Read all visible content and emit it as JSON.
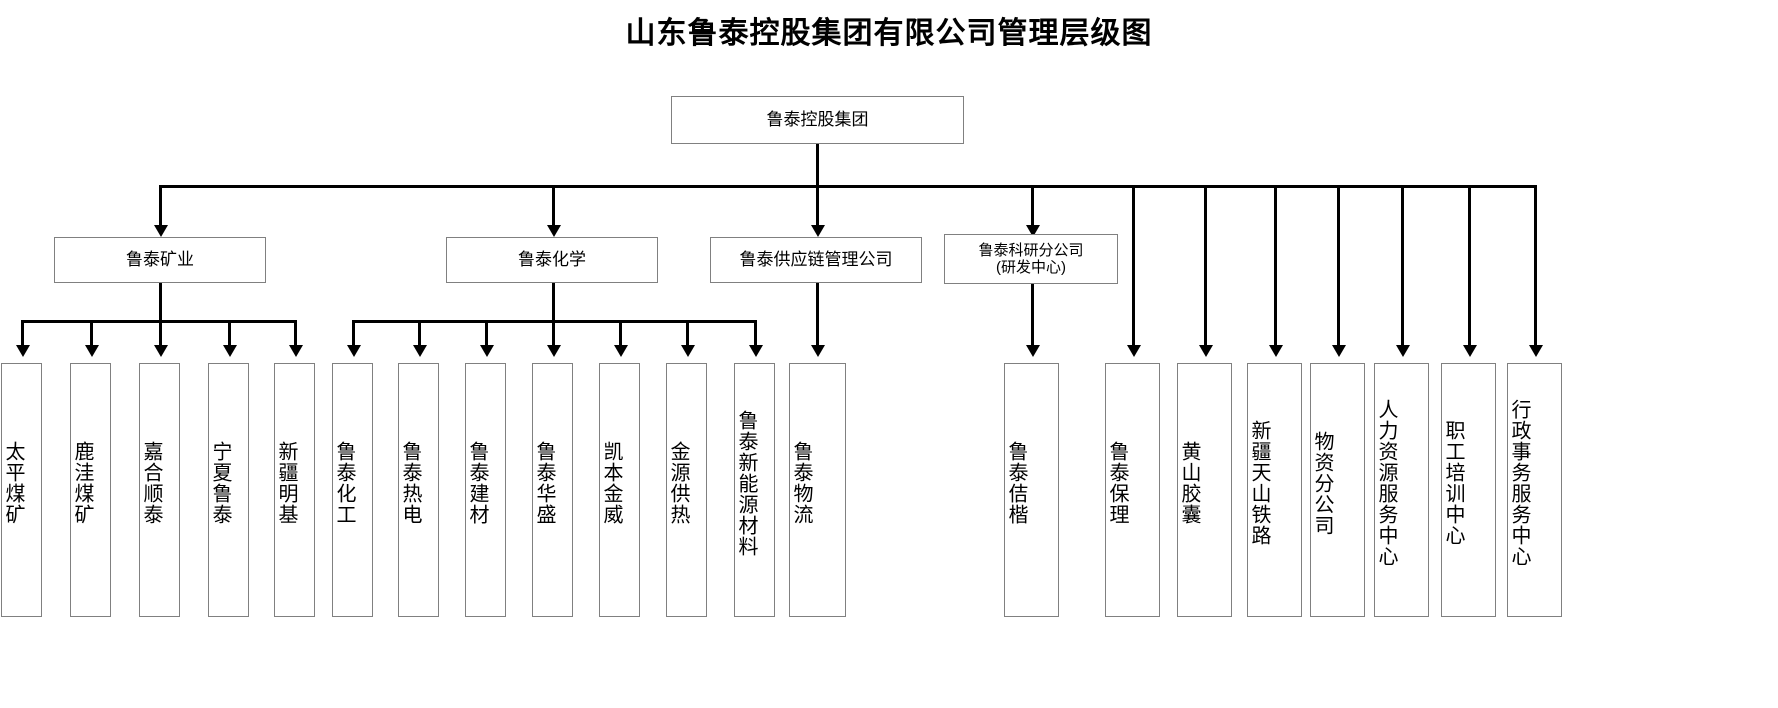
{
  "chart_title": "山东鲁泰控股集团有限公司管理层级图",
  "colors": {
    "box_border": "#808080",
    "connector": "#000000",
    "text": "#000000",
    "background": "#ffffff"
  },
  "root": {
    "label": "鲁泰控股集团"
  },
  "level2": [
    {
      "label": "鲁泰矿业"
    },
    {
      "label": "鲁泰化学"
    },
    {
      "label": "鲁泰供应链管理公司"
    },
    {
      "label": "鲁泰科研分公司\n(研发中心)",
      "line1": "鲁泰科研分公司",
      "line2": "(研发中心)"
    }
  ],
  "mining_units": [
    {
      "label": "太平煤矿"
    },
    {
      "label": "鹿洼煤矿"
    },
    {
      "label": "嘉合顺泰"
    },
    {
      "label": "宁夏鲁泰"
    },
    {
      "label": "新疆明基"
    }
  ],
  "chemical_units": [
    {
      "label": "鲁泰化工"
    },
    {
      "label": "鲁泰热电"
    },
    {
      "label": "鲁泰建材"
    },
    {
      "label": "鲁泰华盛"
    },
    {
      "label": "凯本金威"
    },
    {
      "label": "金源供热"
    },
    {
      "label": "鲁泰新能源材料"
    }
  ],
  "supply_chain_units": [
    {
      "label": "鲁泰物流"
    }
  ],
  "group_direct_units": [
    {
      "label": "鲁泰佶楷"
    },
    {
      "label": "鲁泰保理"
    },
    {
      "label": "黄山胶囊"
    },
    {
      "label": "新疆天山铁路"
    },
    {
      "label": "物资分公司"
    },
    {
      "label": "人力资源服务中心"
    },
    {
      "label": "职工培训中心"
    },
    {
      "label": "行政事务服务中心"
    }
  ],
  "chart_data": {
    "type": "diagram",
    "title": "山东鲁泰控股集团有限公司管理层级图",
    "diagram_kind": "organizational-hierarchy",
    "levels": 3,
    "nodes_total": 25,
    "hierarchy": {
      "鲁泰控股集团": {
        "鲁泰矿业": [
          "太平煤矿",
          "鹿洼煤矿",
          "嘉合顺泰",
          "宁夏鲁泰",
          "新疆明基"
        ],
        "鲁泰化学": [
          "鲁泰化工",
          "鲁泰热电",
          "鲁泰建材",
          "鲁泰华盛",
          "凯本金威",
          "金源供热",
          "鲁泰新能源材料"
        ],
        "鲁泰供应链管理公司": [
          "鲁泰物流"
        ],
        "鲁泰科研分公司(研发中心)": [],
        "直属单位": [
          "鲁泰佶楷",
          "鲁泰保理",
          "黄山胶囊",
          "新疆天山铁路",
          "物资分公司",
          "人力资源服务中心",
          "职工培训中心",
          "行政事务服务中心"
        ]
      }
    }
  }
}
